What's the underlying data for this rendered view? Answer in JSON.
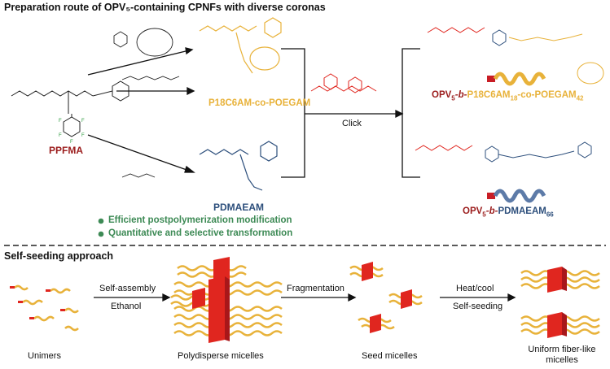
{
  "top": {
    "title": "Preparation route of OPV₅-containing CPNFs with diverse coronas",
    "ppfma_label": "PPFMA",
    "p18_label": "P18C6AM-co-POEGAM",
    "pdmaeam_label": "PDMAEAM",
    "click_label": "Click",
    "bullet1": "Efficient postpolymerization modification",
    "bullet2": "Quantitative and selective transformation",
    "product1": {
      "opv": "OPV",
      "opv_sub": "5",
      "b": "-b-",
      "rest": "P18C6AM",
      "sub1": "18",
      "mid": "-co-POEGAM",
      "sub2": "42"
    },
    "product2": {
      "opv": "OPV",
      "opv_sub": "5",
      "b": "-b-",
      "rest": "PDMAEAM",
      "sub1": "66"
    }
  },
  "bottom": {
    "title": "Self-seeding approach",
    "step1_top": "Self-assembly",
    "step1_bottom": "Ethanol",
    "step2_top": "Fragmentation",
    "step3_top": "Heat/cool",
    "step3_bottom": "Self-seeding",
    "unimers": "Unimers",
    "poly": "Polydisperse micelles",
    "seed": "Seed micelles",
    "uniform": "Uniform fiber-like micelles"
  },
  "colors": {
    "red": "#9b1c1c",
    "yellow": "#e8b23a",
    "blue": "#2d4f7c",
    "green": "#3d8a55",
    "block": "#e0261f"
  }
}
